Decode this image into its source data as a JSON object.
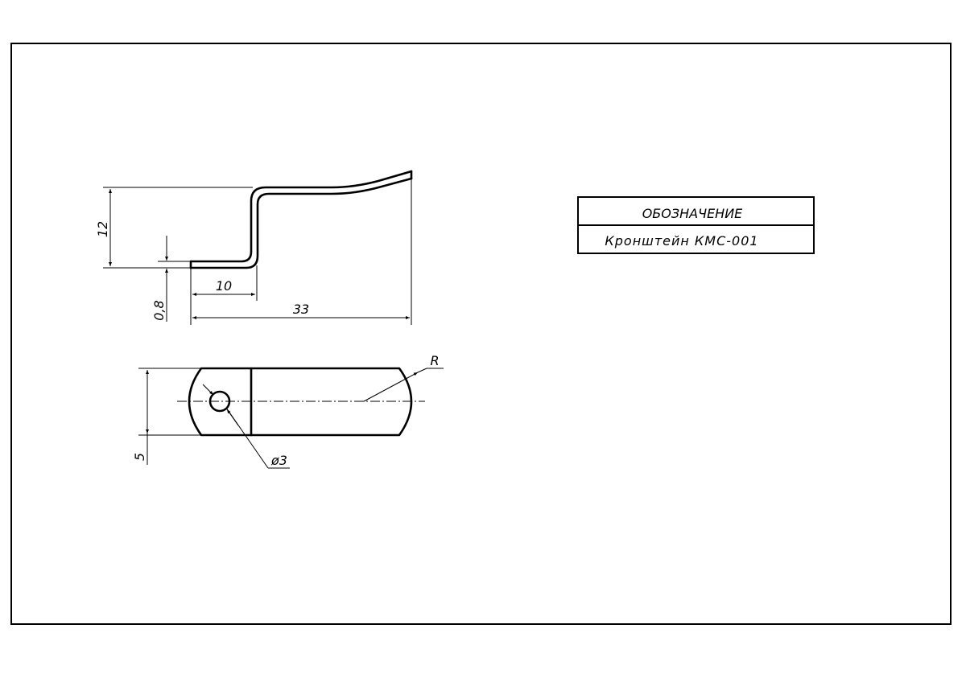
{
  "drawing": {
    "dimensions": {
      "height_12": "12",
      "thickness_08": "0,8",
      "length_10": "10",
      "length_33": "33",
      "width_5": "5",
      "radius": "R",
      "hole_diameter": "ø3"
    }
  },
  "title_block": {
    "header": "ОБОЗНАЧЕНИЕ",
    "part_name": "Кронштейн КМС-001"
  }
}
